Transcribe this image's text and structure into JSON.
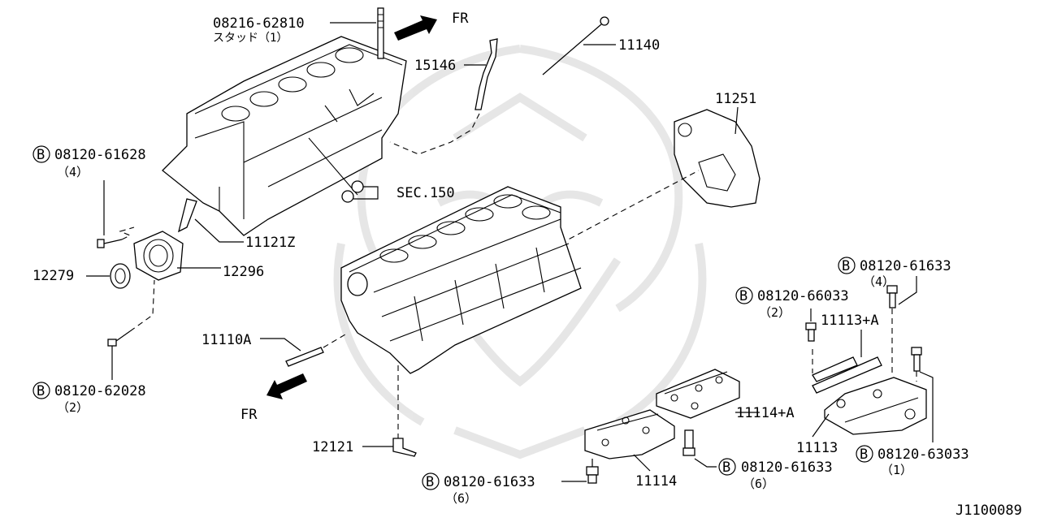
{
  "diagram_id": "J1100089",
  "direction_label": "FR",
  "callouts": {
    "stud_08216": {
      "part": "08216-62810",
      "note": "スタッド（1）"
    },
    "c15146": {
      "part": "15146"
    },
    "c11140": {
      "part": "11140"
    },
    "c11251": {
      "part": "11251"
    },
    "b_61628": {
      "bolt_mark": "B",
      "part": "08120-61628",
      "qty": "（4）"
    },
    "sec150": {
      "part": "SEC.150"
    },
    "c11121z": {
      "part": "11121Z"
    },
    "c12279": {
      "part": "12279"
    },
    "c12296": {
      "part": "12296"
    },
    "c11110a": {
      "part": "11110A"
    },
    "b_62028": {
      "bolt_mark": "B",
      "part": "08120-62028",
      "qty": "（2）"
    },
    "c12121": {
      "part": "12121"
    },
    "b_61633_left": {
      "bolt_mark": "B",
      "part": "08120-61633",
      "qty": "（6）"
    },
    "c11114": {
      "part": "11114"
    },
    "b_61633_mid": {
      "bolt_mark": "B",
      "part": "08120-61633",
      "qty": "（6）"
    },
    "c11114a": {
      "part": "11114+A"
    },
    "b_61633_right": {
      "bolt_mark": "B",
      "part": "08120-61633",
      "qty": "（4）"
    },
    "b_66033": {
      "bolt_mark": "B",
      "part": "08120-66033",
      "qty": "（2）"
    },
    "c11113a": {
      "part": "11113+A"
    },
    "c11113": {
      "part": "11113"
    },
    "b_63033": {
      "bolt_mark": "B",
      "part": "08120-63033",
      "qty": "（1）"
    }
  }
}
